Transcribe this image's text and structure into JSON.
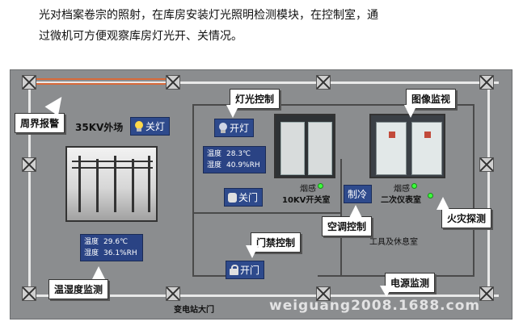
{
  "intro": {
    "line1": "光对档案卷宗的照射，在库房安装灯光照明检测模块，在控制室，通",
    "line2": "过微机可方便观察库房灯光开、关情况。"
  },
  "callouts": {
    "perimeter_alarm": "周界报警",
    "light_control": "灯光控制",
    "video_monitor": "图像监视",
    "ac_control": "空调控制",
    "fire_detect": "火灾探测",
    "door_control": "门禁控制",
    "temp_humidity": "温湿度监测",
    "power_monitor": "电源监测"
  },
  "outdoor": {
    "title": "35KV外场",
    "light_off_label": "关灯",
    "temp_label": "温度",
    "temp_value": "29.6℃",
    "hum_label": "湿度",
    "hum_value": "36.1%RH"
  },
  "room_10kv": {
    "light_on_label": "开灯",
    "temp_label": "温度",
    "temp_value": "28.3℃",
    "hum_label": "湿度",
    "hum_value": "40.9%RH",
    "door_close_label": "关门",
    "smoke_label": "烟感",
    "room_name": "10KV开关室"
  },
  "room_secondary": {
    "cool_label": "制冷",
    "smoke_label": "烟感",
    "room_name": "二次仪表室"
  },
  "tools_room": "工具及休息室",
  "door_open_label": "开门",
  "gate_label": "变电站大门",
  "watermark": "weiguang2008.1688.com",
  "colors": {
    "panel_bg": "#8b8d8f",
    "button_blue": "#2e4a8c",
    "fence": "#d86a3a",
    "led_green": "#3cff3c"
  }
}
